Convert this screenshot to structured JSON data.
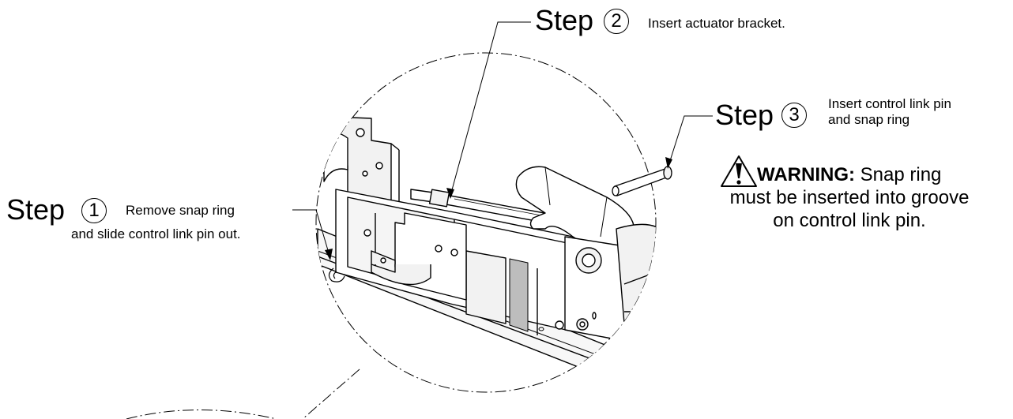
{
  "steps": [
    {
      "word": "Step",
      "number": "1",
      "text_line1": "Remove snap ring",
      "text_line2": "and slide control link pin out."
    },
    {
      "word": "Step",
      "number": "2",
      "text_line1": "Insert actuator bracket."
    },
    {
      "word": "Step",
      "number": "3",
      "text_line1": "Insert control link pin",
      "text_line2": "and snap ring"
    }
  ],
  "warning": {
    "label": "WARNING:",
    "line1_rest": "Snap ring",
    "line2": "must be inserted into groove",
    "line3": "on control link pin."
  },
  "colors": {
    "ink": "#000000",
    "background": "#ffffff",
    "part_fill": "#f2f2f2",
    "shade": "#bdbdbd"
  },
  "icons": [
    "warning-triangle-icon"
  ]
}
